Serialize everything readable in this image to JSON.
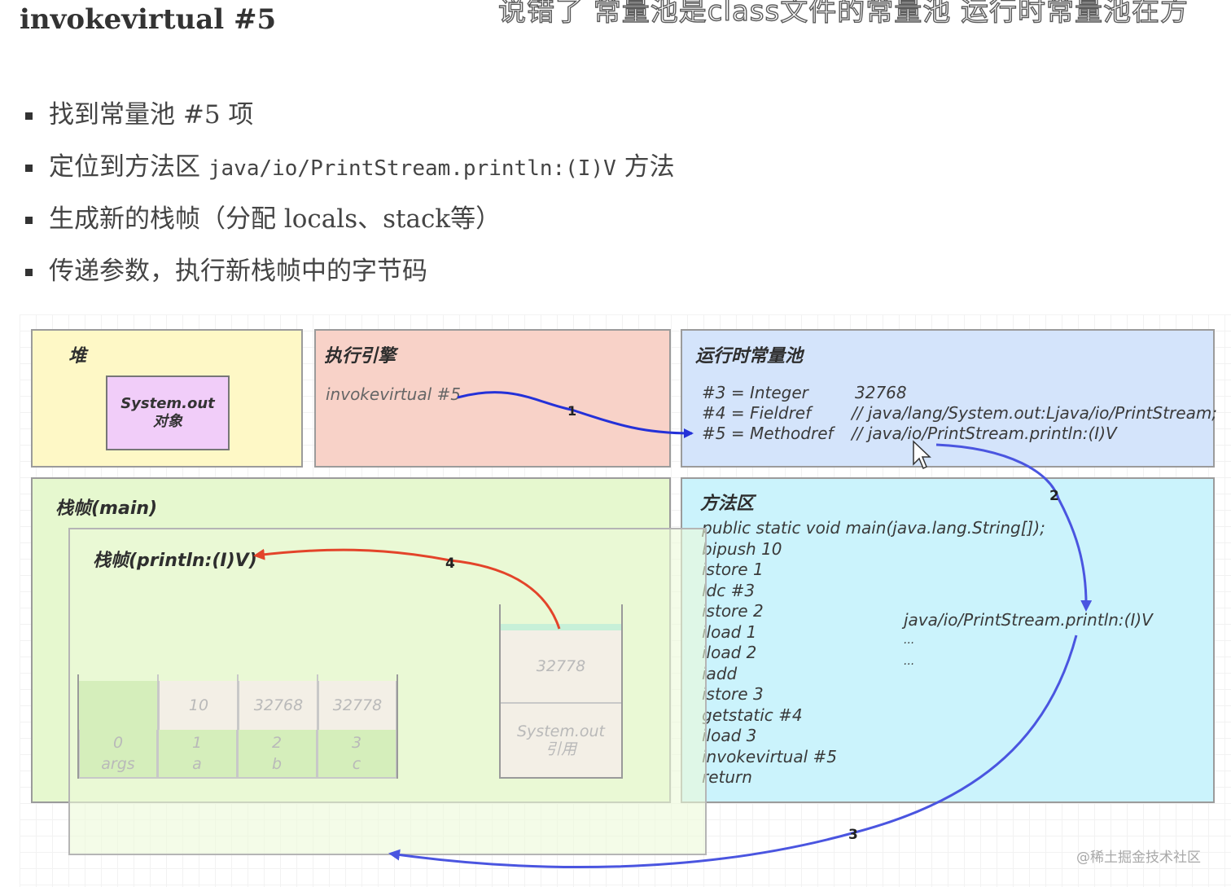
{
  "title": "invokevirtual #5",
  "caption": "说错了 常量池是class文件的常量池 运行时常量池在方",
  "bullets": [
    {
      "text": "找到常量池 #5 项"
    },
    {
      "pre": "定位到方法区 ",
      "code": "java/io/PrintStream.println:(I)V",
      "post": " 方法"
    },
    {
      "text": "生成新的栈帧（分配 locals、stack等）"
    },
    {
      "text": "传递参数，执行新栈帧中的字节码"
    }
  ],
  "heap": {
    "title": "堆",
    "obj_line1": "System.out",
    "obj_line2": "对象"
  },
  "engine": {
    "title": "执行引擎",
    "instruction": "invokevirtual #5"
  },
  "pool": {
    "title": "运行时常量池",
    "entries": [
      {
        "key": "#3 = Integer",
        "value": "32768"
      },
      {
        "key": "#4 = Fieldref",
        "value": "// java/lang/System.out:Ljava/io/PrintStream;"
      },
      {
        "key": "#5 = Methodref",
        "value": "// java/io/PrintStream.println:(I)V"
      }
    ]
  },
  "method_area": {
    "title": "方法区",
    "code": [
      "public static void main(java.lang.String[]);",
      "bipush 10",
      "istore 1",
      "ldc #3",
      "istore 2",
      "iload 1",
      "iload 2",
      "iadd",
      "istore 3",
      "getstatic #4",
      "iload 3",
      "invokevirtual #5",
      "return"
    ],
    "target_method": "java/io/PrintStream.println:(I)V",
    "ellipsis_1": "...",
    "ellipsis_2": "..."
  },
  "main_frame": {
    "title": "栈帧(main)",
    "locals_values": [
      "",
      "10",
      "32768",
      "32778"
    ],
    "locals_index": [
      "0",
      "1",
      "2",
      "3"
    ],
    "locals_names": [
      "args",
      "a",
      "b",
      "c"
    ],
    "stack_top": "32778",
    "stack_ref_line1": "System.out",
    "stack_ref_line2": "引用"
  },
  "println_frame": {
    "title": "栈帧(println:(I)V)"
  },
  "arrows": [
    {
      "label": "1",
      "color": "#2431d8"
    },
    {
      "label": "2",
      "color": "#4a55e0"
    },
    {
      "label": "3",
      "color": "#4a55e0"
    },
    {
      "label": "4",
      "color": "#e3442a"
    }
  ],
  "watermark": "@稀土掘金技术社区"
}
